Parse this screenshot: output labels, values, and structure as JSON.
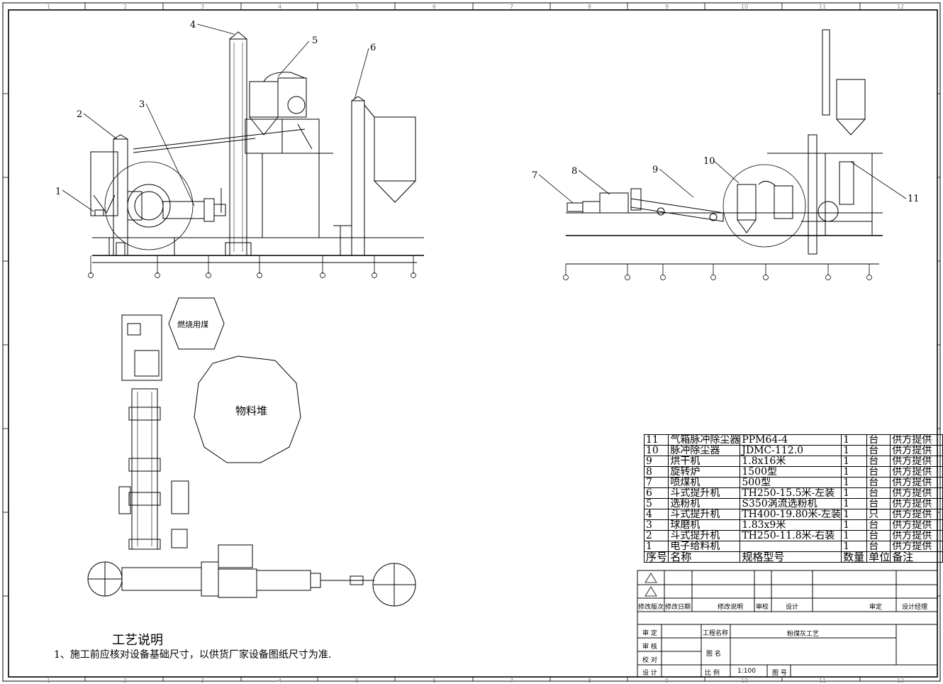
{
  "border_numbers": {
    "top": [
      "1",
      "2",
      "3",
      "4",
      "5",
      "6",
      "7",
      "8",
      "9",
      "10",
      "11",
      "12"
    ],
    "bottom": [
      "1",
      "2",
      "3",
      "4",
      "5",
      "6",
      "7",
      "8",
      "9",
      "10",
      "11",
      "12"
    ]
  },
  "callouts": {
    "n1": "1",
    "n2": "2",
    "n3": "3",
    "n4": "4",
    "n5": "5",
    "n6": "6",
    "n7": "7",
    "n8": "8",
    "n9": "9",
    "n10": "10",
    "n11": "11"
  },
  "plan_labels": {
    "coal_for_burning": "燃烧用煤",
    "material_pile": "物料堆"
  },
  "bom": {
    "header": {
      "no": "序号",
      "name": "名称",
      "spec": "规格型号",
      "qty": "数量",
      "unit": "单位",
      "remark": "备注"
    },
    "rows": [
      {
        "no": "11",
        "name": "气箱脉冲除尘器",
        "spec": "PPM64-4",
        "qty": "1",
        "unit": "台",
        "remark": "供方提供"
      },
      {
        "no": "10",
        "name": "脉冲除尘器",
        "spec": "JDMC-112.0",
        "qty": "1",
        "unit": "台",
        "remark": "供方提供"
      },
      {
        "no": "9",
        "name": "烘干机",
        "spec": "1.8x16米",
        "qty": "1",
        "unit": "台",
        "remark": "供方提供"
      },
      {
        "no": "8",
        "name": "旋转炉",
        "spec": "1500型",
        "qty": "1",
        "unit": "台",
        "remark": "供方提供"
      },
      {
        "no": "7",
        "name": "喷煤机",
        "spec": "500型",
        "qty": "1",
        "unit": "台",
        "remark": "供方提供"
      },
      {
        "no": "6",
        "name": "斗式提升机",
        "spec": "TH250-15.5米-左装",
        "qty": "1",
        "unit": "台",
        "remark": "供方提供"
      },
      {
        "no": "5",
        "name": "选粉机",
        "spec": "S350涡流选粉机",
        "qty": "1",
        "unit": "台",
        "remark": "供方提供"
      },
      {
        "no": "4",
        "name": "斗式提升机",
        "spec": "TH400-19.80米-左装",
        "qty": "1",
        "unit": "只",
        "remark": "供方提供"
      },
      {
        "no": "3",
        "name": "球磨机",
        "spec": "1.83x9米",
        "qty": "1",
        "unit": "台",
        "remark": "供方提供"
      },
      {
        "no": "2",
        "name": "斗式提升机",
        "spec": "TH250-11.8米-右装",
        "qty": "1",
        "unit": "台",
        "remark": "供方提供"
      },
      {
        "no": "1",
        "name": "电子给料机",
        "spec": "",
        "qty": "1",
        "unit": "台",
        "remark": "供方提供"
      }
    ]
  },
  "revision": {
    "mod_version": "修改版次",
    "mod_date": "修改日期",
    "mod_desc": "修改说明",
    "review": "审校",
    "design": "设计",
    "approve": "审定",
    "design_manager": "设计经理"
  },
  "title_block": {
    "approve": "审 定",
    "check": "审 核",
    "proof": "校 对",
    "design": "设 计",
    "project_name_label": "工程名称",
    "project_name": "粉煤灰工艺",
    "drawing_name_label": "图 名",
    "scale_label": "比 例",
    "scale": "1:100",
    "drawing_no_label": "图 号"
  },
  "notes": {
    "title": "工艺说明",
    "line1": "1、施工前应核对设备基础尺寸，以供货厂家设备图纸尺寸为准."
  }
}
